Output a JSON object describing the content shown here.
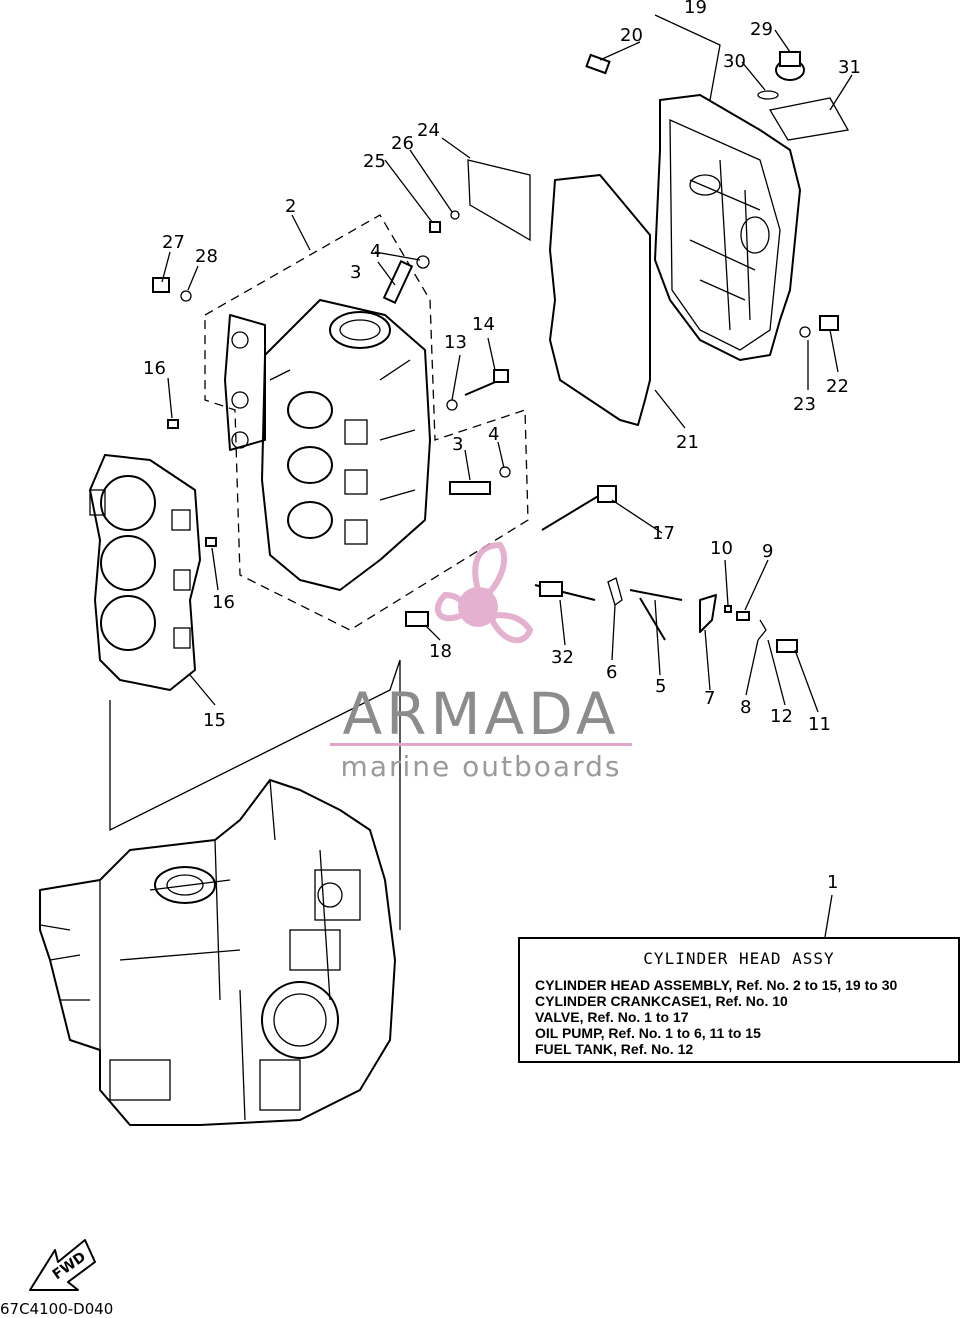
{
  "callouts": {
    "c1": "1",
    "c2": "2",
    "c3a": "3",
    "c3b": "3",
    "c4a": "4",
    "c4b": "4",
    "c5": "5",
    "c6": "6",
    "c7": "7",
    "c8": "8",
    "c9": "9",
    "c10": "10",
    "c11": "11",
    "c12": "12",
    "c13": "13",
    "c14": "14",
    "c15": "15",
    "c16a": "16",
    "c16b": "16",
    "c17": "17",
    "c18": "18",
    "c19": "19",
    "c20": "20",
    "c21": "21",
    "c22": "22",
    "c23": "23",
    "c24": "24",
    "c25": "25",
    "c26": "26",
    "c27": "27",
    "c28": "28",
    "c29": "29",
    "c30": "30",
    "c31": "31",
    "c32": "32"
  },
  "legend": {
    "title": "CYLINDER HEAD ASSY",
    "lines": [
      "CYLINDER HEAD ASSEMBLY, Ref. No. 2 to 15, 19 to 30",
      "CYLINDER CRANKCASE1,  Ref. No. 10",
      "VALVE,  Ref. No. 1 to 17",
      "OIL PUMP,  Ref. No. 1 to 6, 11 to 15",
      "FUEL TANK,  Ref. No. 12"
    ]
  },
  "watermark": {
    "name": "ARMADA",
    "tagline": "marine outboards",
    "accent_color": "#e0a5c8",
    "text_color": "#8c8c8c"
  },
  "fwd_label": "FWD",
  "drawing_code": "67C4100-D040"
}
